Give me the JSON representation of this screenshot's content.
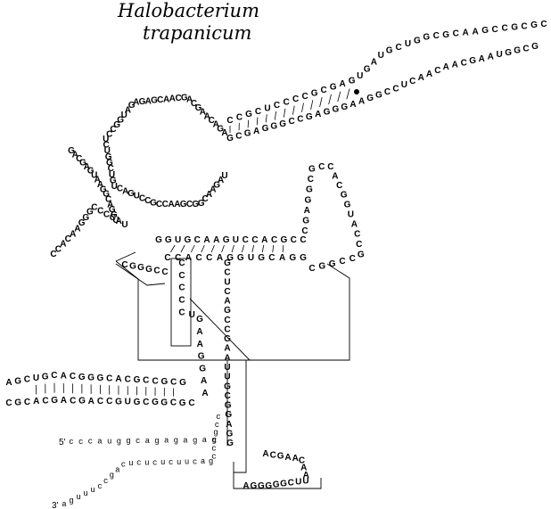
{
  "title": {
    "line1": "Halobacterium",
    "line2": "trapanicum"
  },
  "labels": {
    "five_prime": "5'",
    "three_prime": "3'"
  },
  "segments": [
    {
      "id": "hairpin-top-5p",
      "seq": "CCGCUCCCCGCGAGUGAUGCUGGCGCAAGCCGCGC"
    },
    {
      "id": "hairpin-top-3p",
      "seq": "GCGAGGGCCGAGGGAAGGCCUCAACAACGAAUGGCG"
    },
    {
      "id": "big-loop",
      "seq": "AGACAAGCAGCAACGAGAGAUGGCCUCUGGCUGUCAGUCCGCCAAGCGGCAAGAU"
    },
    {
      "id": "left-arm-1",
      "seq": "GACGAGUAAGGCAGGU"
    },
    {
      "id": "left-arm-2",
      "seq": "CCACAAGGGCCCCAU"
    },
    {
      "id": "center-stem-top",
      "seq": "GGUGCAAGUCCACGCC"
    },
    {
      "id": "center-stem-bottom",
      "seq": "CCACCAGGUGCAGG"
    },
    {
      "id": "right-loop",
      "seq": "CGAGGCGCCACGGUACCGCCGGC"
    },
    {
      "id": "vertical-stem-left",
      "seq": "CCCCCUGAAGGAA"
    },
    {
      "id": "vertical-stem-right",
      "seq": "GCUCAGCCGAAUUGCGGAGG"
    },
    {
      "id": "lower-left-helix",
      "seq": "AGCUGCACGGGCACGCCGCG"
    },
    {
      "id": "lower-left-helix-2",
      "seq": "CGCACGACGACCGUGCGGCGC"
    },
    {
      "id": "bottom-right",
      "seq": "ACGAACAAUUCGGGGGA"
    },
    {
      "id": "lower-case-5p",
      "seq": "cccauggcagagagag"
    },
    {
      "id": "lower-case-3p",
      "seq": "aguuuccgacucucucuucagcccgcc"
    },
    {
      "id": "small-box",
      "seq": "CGGGCC"
    }
  ],
  "colors": {
    "ink": "#000000",
    "background": "#ffffff"
  }
}
